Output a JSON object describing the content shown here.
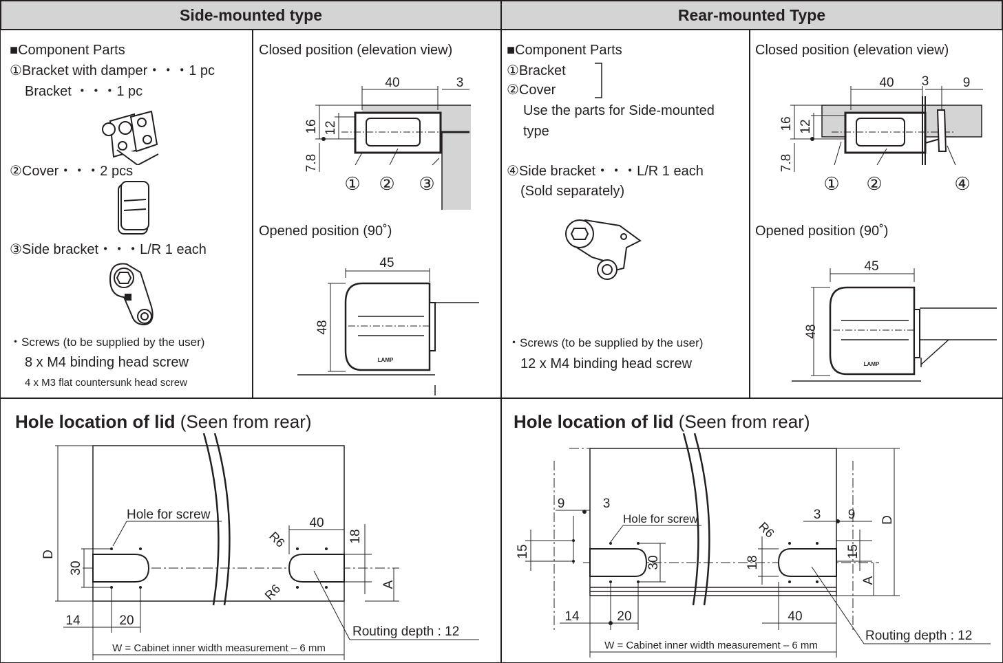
{
  "headers": {
    "side": "Side-mounted type",
    "rear": "Rear-mounted Type"
  },
  "side": {
    "parts_title": "■Component Parts",
    "part1": "①Bracket with damper・・・1 pc",
    "part1b": "Bracket ・・・1 pc",
    "part2": "②Cover・・・2 pcs",
    "part3": "③Side bracket・・・L/R 1 each",
    "screws_note": "・Screws (to be supplied by the user)",
    "screws1": "8 x M4 binding head screw",
    "screws2": "4 x M3 flat countersunk head screw",
    "closed_title": "Closed position (elevation view)",
    "opened_title": "Opened position (90˚)",
    "closed_dims": {
      "w40": "40",
      "w3": "3",
      "h16": "16",
      "h12": "12",
      "h78": "7.8"
    },
    "callouts": [
      "①",
      "②",
      "③"
    ],
    "opened_dims": {
      "w45": "45",
      "h48": "48"
    },
    "lamp_label": "LAMP",
    "hole_title_bold": "Hole location of lid",
    "hole_title_rest": " (Seen from rear)",
    "hole_dims": {
      "hole_for_screw": "Hole for screw",
      "d": "D",
      "d30": "30",
      "d14": "14",
      "d20": "20",
      "d40": "40",
      "d18": "18",
      "r6a": "R6",
      "r6b": "R6",
      "a": "A",
      "routing": "Routing depth : 12",
      "width": "W = Cabinet inner width measurement – 6  mm"
    }
  },
  "rear": {
    "parts_title": "■Component Parts",
    "part1": "①Bracket",
    "part2": "②Cover",
    "use_note1": "Use the parts for Side-mounted",
    "use_note2": "type",
    "part4": "④Side bracket・・・L/R 1 each",
    "part4b": "(Sold separately)",
    "screws_note": "・Screws (to be supplied by the user)",
    "screws1": "12 x M4 binding head screw",
    "closed_title": "Closed position (elevation view)",
    "opened_title": "Opened position (90˚)",
    "closed_dims": {
      "w40": "40",
      "w3": "3",
      "w9": "9",
      "h16": "16",
      "h12": "12",
      "h78": "7.8"
    },
    "callouts": [
      "①",
      "②",
      "④"
    ],
    "opened_dims": {
      "w45": "45",
      "h48": "48"
    },
    "lamp_label": "LAMP",
    "hole_title_bold": "Hole location of lid",
    "hole_title_rest": " (Seen from rear)",
    "hole_dims": {
      "hole_for_screw": "Hole for screw",
      "d9a": "9",
      "d3a": "3",
      "d3b": "3",
      "d9b": "9",
      "d15a": "15",
      "d30": "30",
      "d18": "18",
      "r6": "R6",
      "d15b": "15",
      "a": "A",
      "d": "D",
      "d14": "14",
      "d20": "20",
      "d40": "40",
      "routing": "Routing depth : 12",
      "width": "W = Cabinet inner width measurement – 6 mm"
    }
  }
}
